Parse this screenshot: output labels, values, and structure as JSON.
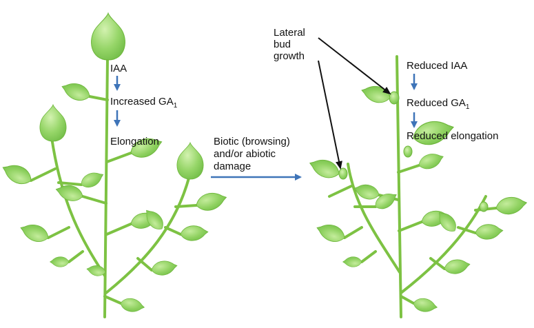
{
  "colors": {
    "stem": "#7dc243",
    "leaf_fill": "#8fd160",
    "leaf_light": "#b9e58f",
    "leaf_stroke": "#6db63a",
    "blue_arrow": "#3e74b8",
    "black_arrow": "#111111"
  },
  "intact_plant": {
    "label_iaa": "IAA",
    "label_ga_prefix": "Increased GA",
    "label_ga_sub": "1",
    "label_elongation": "Elongation"
  },
  "treatment": {
    "line1": "Biotic (browsing)",
    "line2": "and/or abiotic",
    "line3": "damage"
  },
  "damaged_plant": {
    "lateral_line1": "Lateral",
    "lateral_line2": "bud",
    "lateral_line3": "growth",
    "label_iaa": "Reduced IAA",
    "label_ga_prefix": "Reduced GA",
    "label_ga_sub": "1",
    "label_elongation": "Reduced elongation"
  }
}
